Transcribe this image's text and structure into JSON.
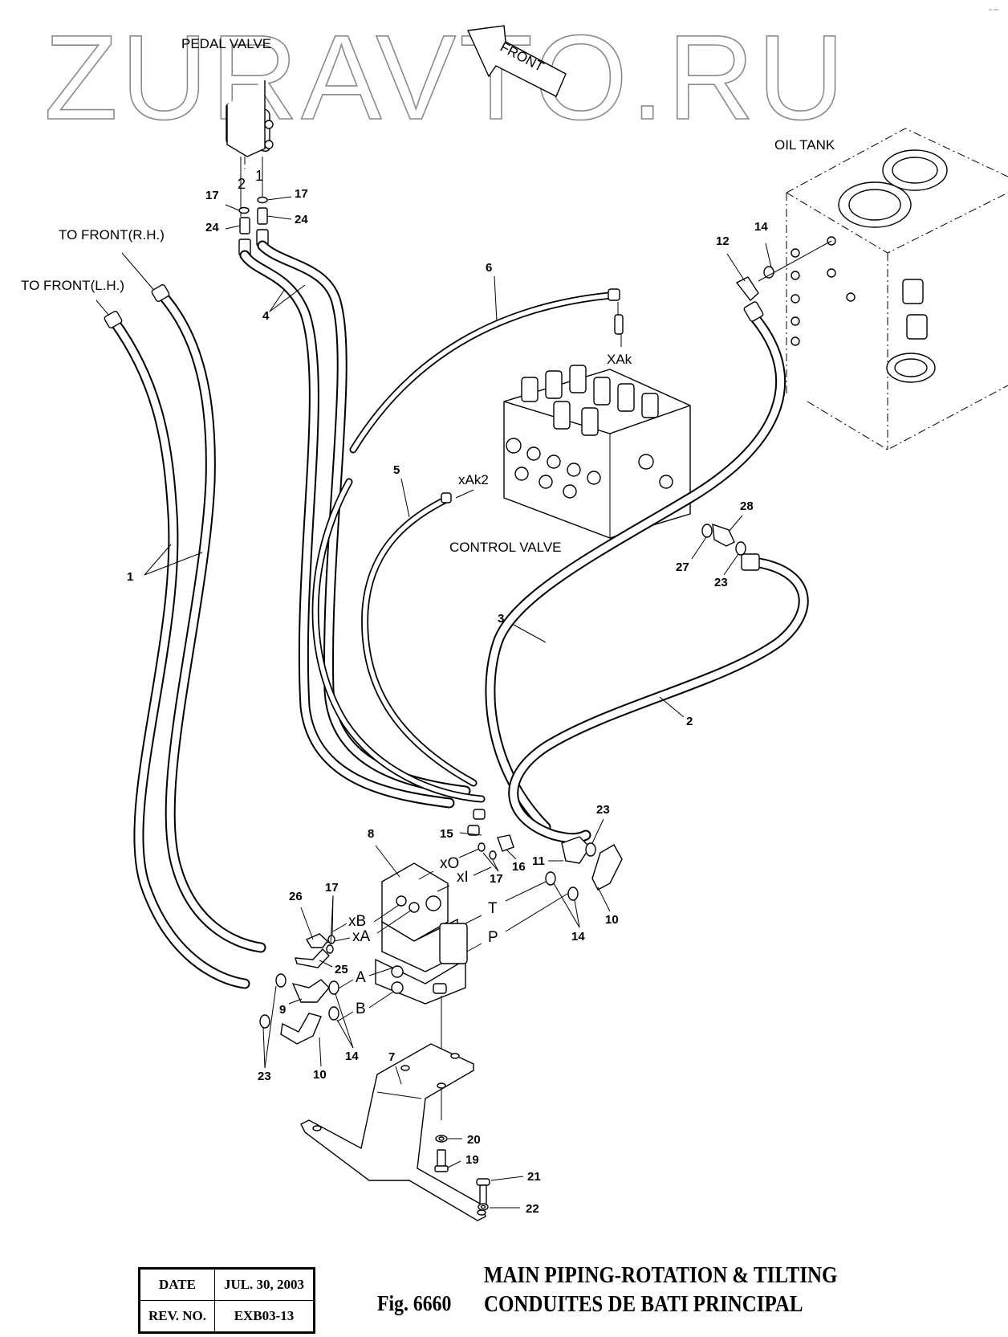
{
  "watermark": "ZURAVTO.RU",
  "direction_arrow": {
    "label": "FRONT"
  },
  "components": {
    "pedal_valve": "PEDAL VALVE",
    "oil_tank": "OIL TANK",
    "control_valve": "CONTROL VALVE",
    "to_front_rh": "TO FRONT(R.H.)",
    "to_front_lh": "TO FRONT(L.H.)"
  },
  "ports": {
    "pedal_1": "1",
    "pedal_2": "2",
    "XAk": "XAk",
    "xAk2": "xAk2",
    "xO": "xO",
    "xI": "xI",
    "T": "T",
    "P": "P",
    "xB": "xB",
    "xA": "xA",
    "A": "A",
    "B": "B"
  },
  "callouts": {
    "c17a": "17",
    "c17b": "17",
    "c24a": "24",
    "c24b": "24",
    "c4": "4",
    "c6": "6",
    "c12": "12",
    "c14a": "14",
    "c1": "1",
    "c5": "5",
    "c28": "28",
    "c27": "27",
    "c23a": "23",
    "c3": "3",
    "c2": "2",
    "c8": "8",
    "c15": "15",
    "c17c": "17",
    "c16": "16",
    "c11": "11",
    "c23b": "23",
    "c10a": "10",
    "c14b": "14",
    "c26": "26",
    "c17d": "17",
    "c25": "25",
    "c9": "9",
    "c23c": "23",
    "c10b": "10",
    "c14c": "14",
    "c7": "7",
    "c20": "20",
    "c19": "19",
    "c21": "21",
    "c22": "22"
  },
  "title_block": {
    "date_label": "DATE",
    "date_value": "JUL. 30, 2003",
    "rev_label": "REV. NO.",
    "rev_value": "EXB03-13"
  },
  "figure": {
    "number": "Fig. 6660",
    "title_en": "MAIN PIPING-ROTATION & TILTING",
    "title_fr": "CONDUITES DE BATI PRINCIPAL"
  },
  "corner_mark": "▪▪ ▪▪▪"
}
